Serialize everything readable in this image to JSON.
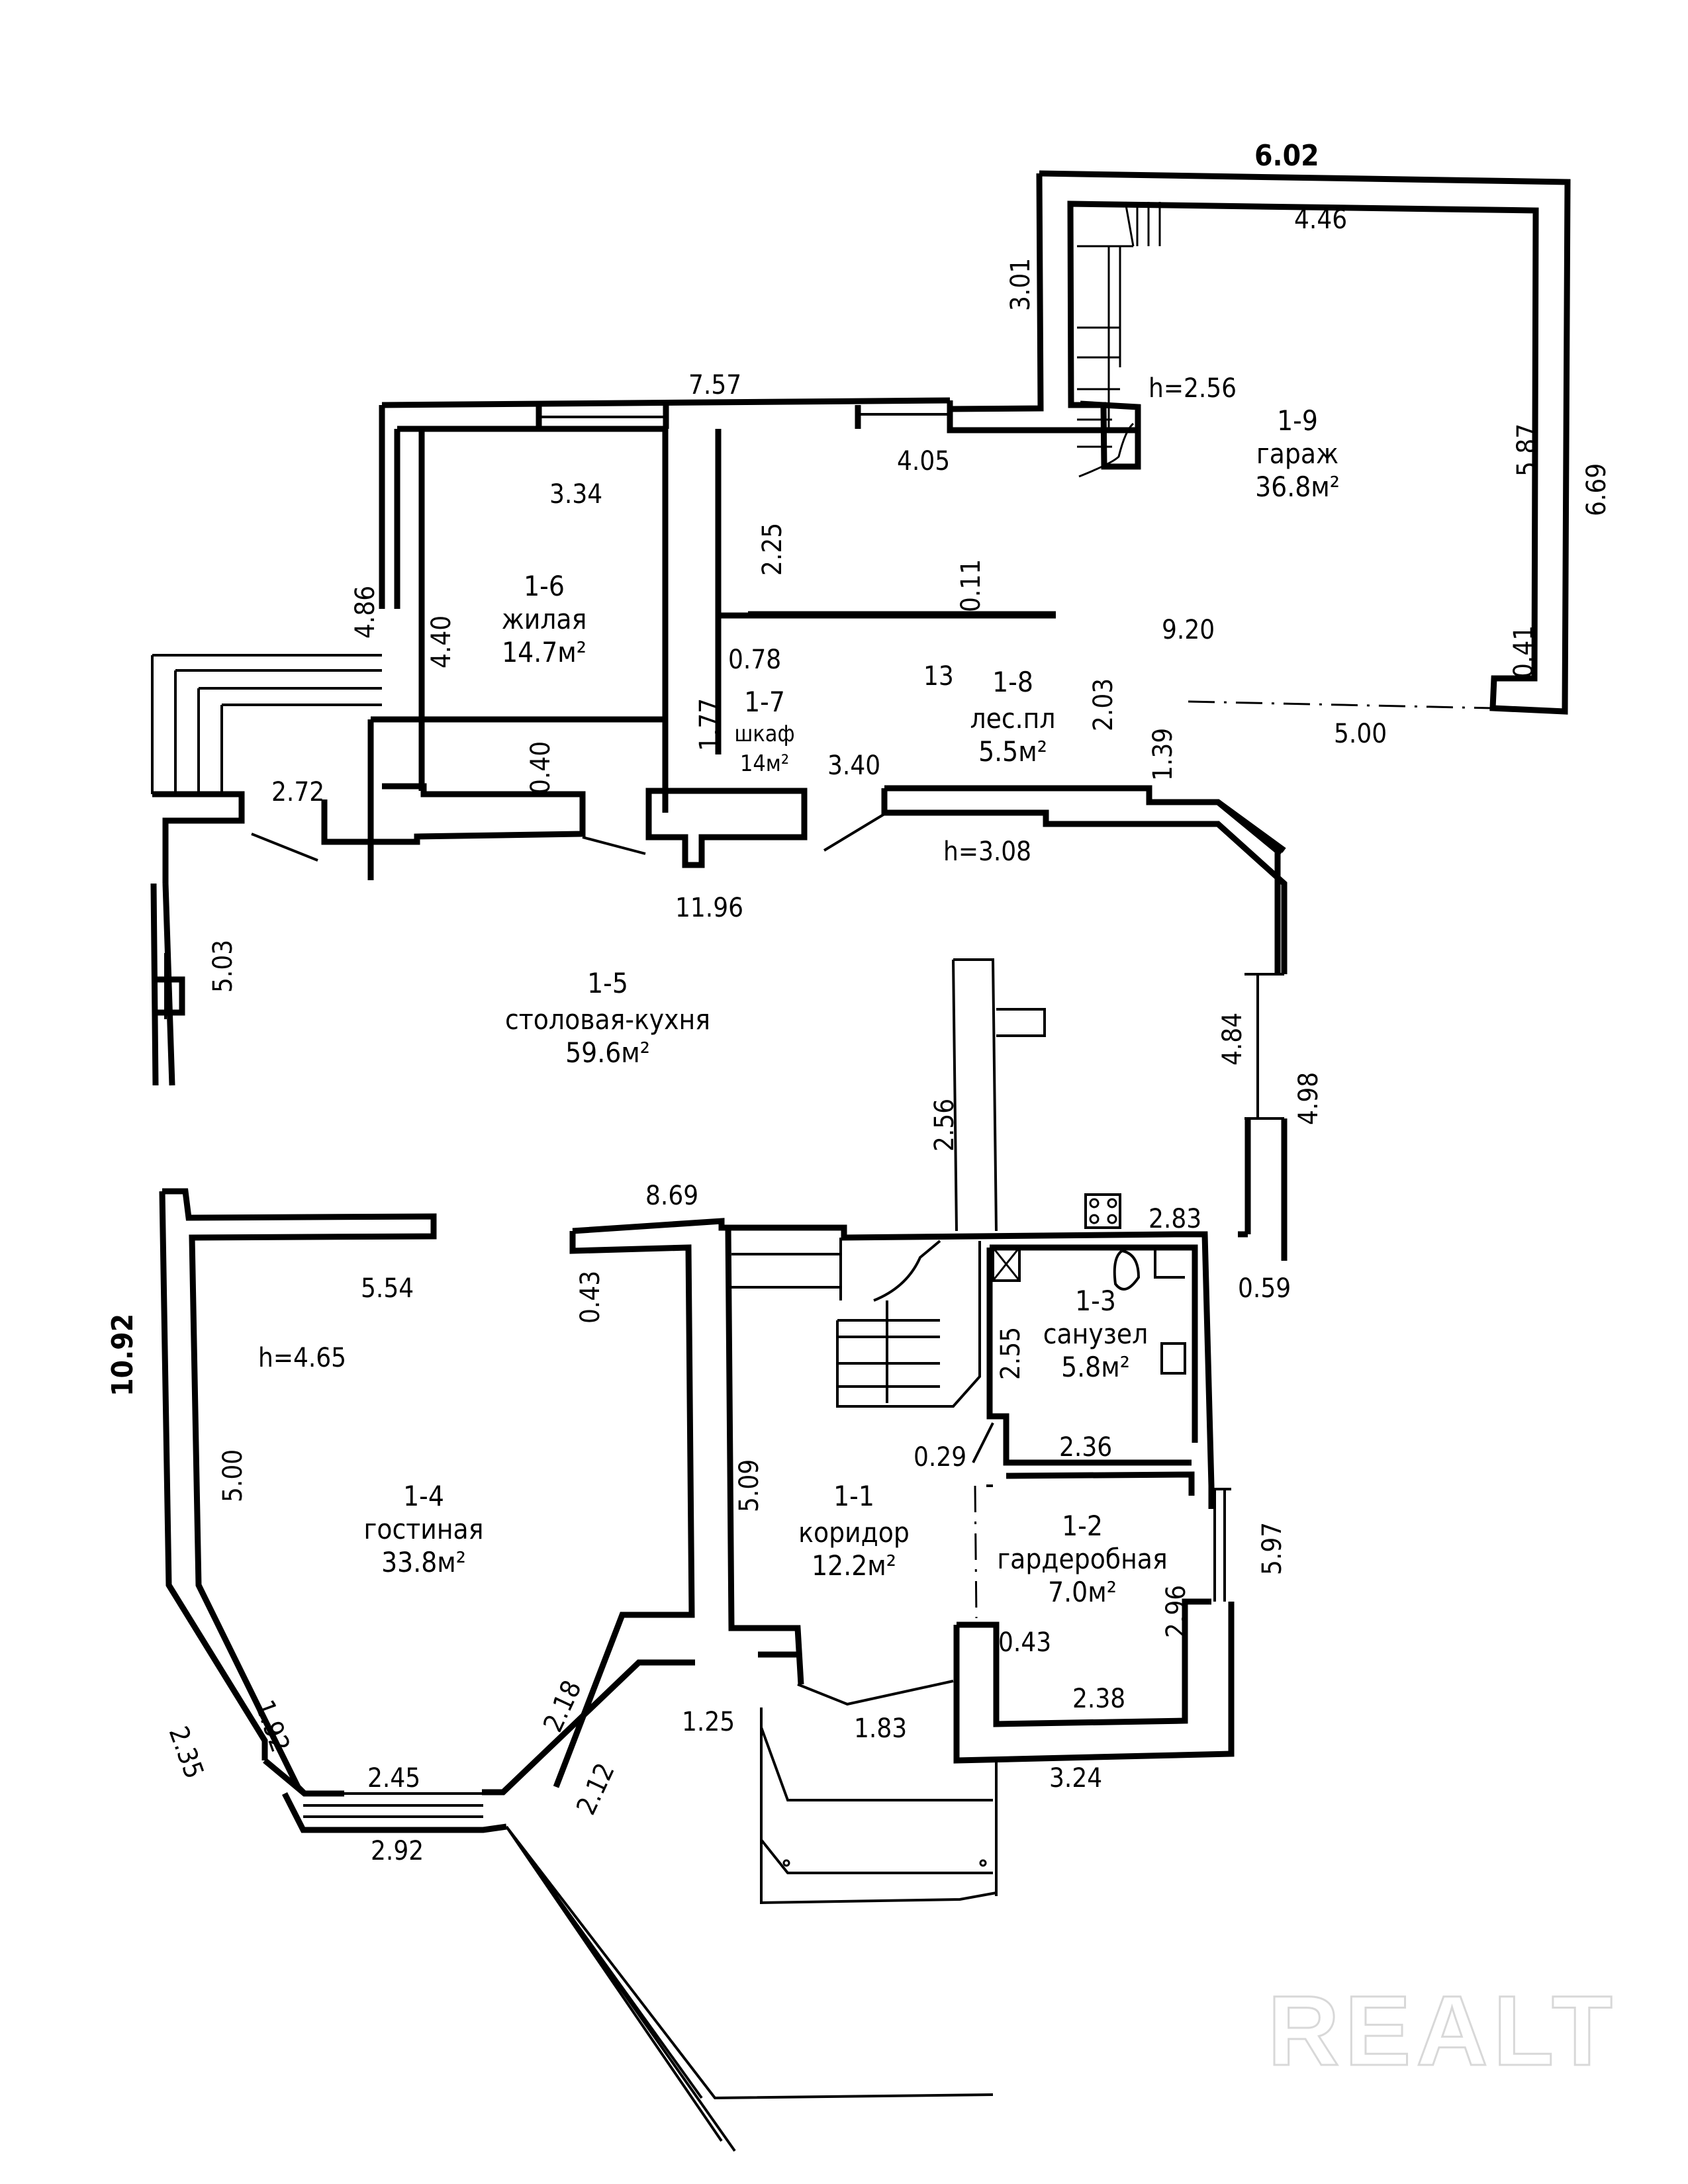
{
  "plan": {
    "watermark": "REALT",
    "rooms": [
      {
        "id": "1-1",
        "name": "коридор",
        "area": "12.2м²"
      },
      {
        "id": "1-2",
        "name": "гардеробная",
        "area": "7.0м²"
      },
      {
        "id": "1-3",
        "name": "санузел",
        "area": "5.8м²"
      },
      {
        "id": "1-4",
        "name": "гостиная",
        "area": "33.8м²"
      },
      {
        "id": "1-5",
        "name": "столовая-кухня",
        "area": "59.6м²"
      },
      {
        "id": "1-6",
        "name": "жилая",
        "area": "14.7м²"
      },
      {
        "id": "1-7",
        "name": "шкаф",
        "area": "14м²"
      },
      {
        "id": "1-8",
        "name": "лес.пл",
        "area": "5.5м²"
      },
      {
        "id": "1-9",
        "name": "гараж",
        "area": "36.8м²"
      }
    ],
    "heights": [
      "h=2.56",
      "h=3.08",
      "h=4.65"
    ],
    "dimensions": {
      "d602": "6.02",
      "d446": "4.46",
      "d301": "3.01",
      "d587": "5.87",
      "d669": "6.69",
      "d757": "7.57",
      "d405": "4.05",
      "d334": "3.34",
      "d225": "2.25",
      "d011": "0.11",
      "d920": "9.20",
      "d486": "4.86",
      "d440": "4.40",
      "d078": "0.78",
      "d013": "13",
      "d041": "0.41",
      "d177": "1.77",
      "d203": "2.03",
      "d500a": "5.00",
      "d139": "1.39",
      "d040": "0.40",
      "d340": "3.40",
      "d272": "2.72",
      "d1196": "11.96",
      "d503": "5.03",
      "d484": "4.84",
      "d498": "4.98",
      "d256": "2.56",
      "d869": "8.69",
      "d283": "2.83",
      "d554": "5.54",
      "d043a": "0.43",
      "d059": "0.59",
      "d1092": "10.92",
      "d255": "2.55",
      "d500b": "5.00",
      "d509": "5.09",
      "d029": "0.29",
      "d236": "2.36",
      "d597": "5.97",
      "d296": "2.96",
      "d043b": "0.43",
      "d192": "1.92",
      "d218": "2.18",
      "d125": "1.25",
      "d183": "1.83",
      "d238": "2.38",
      "d235": "2.35",
      "d245": "2.45",
      "d324": "3.24",
      "d212": "2.12",
      "d292": "2.92"
    }
  }
}
